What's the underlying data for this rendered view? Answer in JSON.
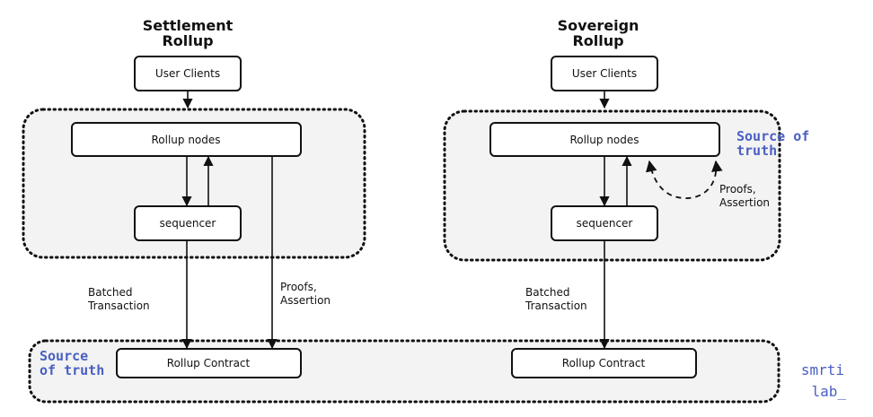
{
  "diagram": {
    "left": {
      "title_line1": "Settlement",
      "title_line2": "Rollup",
      "user_clients": "User Clients",
      "rollup_nodes": "Rollup nodes",
      "sequencer": "sequencer",
      "batched_line1": "Batched",
      "batched_line2": "Transaction",
      "proofs_line1": "Proofs,",
      "proofs_line2": "Assertion"
    },
    "right": {
      "title_line1": "Sovereign",
      "title_line2": "Rollup",
      "user_clients": "User Clients",
      "rollup_nodes": "Rollup nodes",
      "sequencer": "sequencer",
      "batched_line1": "Batched",
      "batched_line2": "Transaction",
      "proofs_line1": "Proofs,",
      "proofs_line2": "Assertion",
      "source_line1": "Source of",
      "source_line2": "truth"
    },
    "bottom": {
      "left_contract": "Rollup Contract",
      "right_contract": "Rollup Contract",
      "source_line1": "Source",
      "source_line2": "of truth"
    },
    "brand": {
      "line1": "smrti",
      "line2": "lab_"
    },
    "colors": {
      "accent": "#4a5fc1",
      "stroke": "#111111",
      "region_fill": "#f3f3f3"
    }
  }
}
